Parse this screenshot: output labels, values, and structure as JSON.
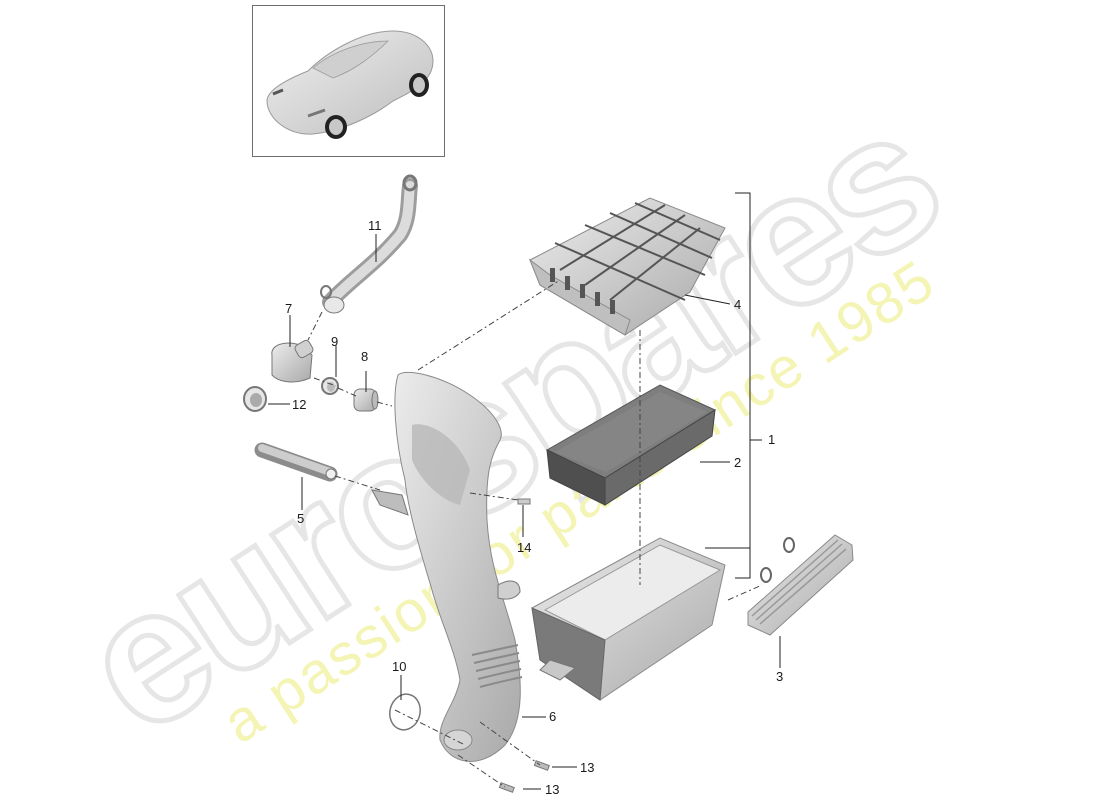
{
  "diagram": {
    "type": "exploded-parts-diagram",
    "subject": "Air cleaner / intake assembly",
    "thumbnail": {
      "alt": "vehicle-overview",
      "label": ""
    },
    "watermark": {
      "brand": "eurospares",
      "tagline": "a passion for parts since 1985",
      "brand_color": "#e6e6e6",
      "tagline_color": "#f3f3b0"
    },
    "callouts": [
      {
        "id": "1",
        "label": "1"
      },
      {
        "id": "2",
        "label": "2"
      },
      {
        "id": "3",
        "label": "3"
      },
      {
        "id": "4",
        "label": "4"
      },
      {
        "id": "5",
        "label": "5"
      },
      {
        "id": "6",
        "label": "6"
      },
      {
        "id": "7",
        "label": "7"
      },
      {
        "id": "8",
        "label": "8"
      },
      {
        "id": "9",
        "label": "9"
      },
      {
        "id": "10",
        "label": "10"
      },
      {
        "id": "11",
        "label": "11"
      },
      {
        "id": "12",
        "label": "12"
      },
      {
        "id": "13a",
        "label": "13"
      },
      {
        "id": "13b",
        "label": "13"
      },
      {
        "id": "14",
        "label": "14"
      }
    ],
    "parts": [
      {
        "number": "1",
        "name": "air-cleaner-assembly"
      },
      {
        "number": "2",
        "name": "air-filter-element"
      },
      {
        "number": "3",
        "name": "intake-duct-adapter"
      },
      {
        "number": "4",
        "name": "air-cleaner-upper-housing"
      },
      {
        "number": "5",
        "name": "vent-hose"
      },
      {
        "number": "6",
        "name": "intake-duct"
      },
      {
        "number": "7",
        "name": "valve"
      },
      {
        "number": "8",
        "name": "connector"
      },
      {
        "number": "9",
        "name": "clamp"
      },
      {
        "number": "10",
        "name": "o-ring"
      },
      {
        "number": "11",
        "name": "hose"
      },
      {
        "number": "12",
        "name": "grommet"
      },
      {
        "number": "13",
        "name": "screw"
      },
      {
        "number": "14",
        "name": "screw"
      }
    ],
    "colors": {
      "line": "#1a1a1a",
      "part_fill": "#d4d4d4",
      "part_dark": "#8a8a8a",
      "border": "#6d6d6d"
    }
  }
}
